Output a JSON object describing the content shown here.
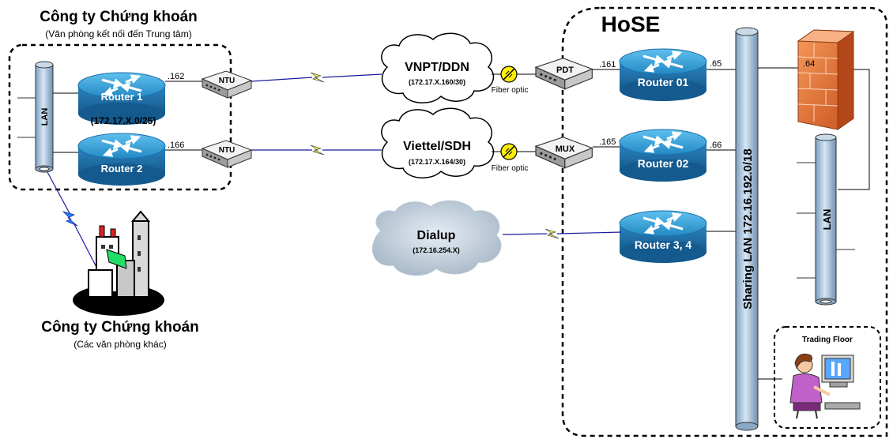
{
  "left_site": {
    "title": "Công ty Chứng khoán",
    "subtitle": "(Văn phòng kết nối đến Trung tâm)",
    "router1": "Router 1",
    "router2": "Router 2",
    "subnet": "(172.17.X.0/25)",
    "lan": "LAN",
    "ip_r1": ".162",
    "ip_r2": ".166",
    "ntu1": "NTU",
    "ntu2": "NTU"
  },
  "branch": {
    "title": "Công ty Chứng khoán",
    "subtitle": "(Các văn phòng khác)"
  },
  "clouds": {
    "vnpt_name": "VNPT/DDN",
    "vnpt_subnet": "(172.17.X.160/30)",
    "viettel_name": "Viettel/SDH",
    "viettel_subnet": "(172.17.X.164/30)",
    "dialup_name": "Dialup",
    "dialup_subnet": "(172.16.254.X)"
  },
  "fiber": {
    "label1": "Fiber optic",
    "label2": "Fiber optic"
  },
  "hose": {
    "title": "HoSE",
    "pdt": "PDT",
    "mux": "MUX",
    "ip_pdt": ".161",
    "ip_mux": ".165",
    "router01": "Router 01",
    "router02": "Router 02",
    "router34": "Router 3, 4",
    "ip_r01": ".65",
    "ip_r02": ".66",
    "ip_fw": ".64",
    "sharing_lan": "Sharing LAN 172.16.192.0/18",
    "lan": "LAN",
    "trading_floor": "Trading Floor"
  },
  "colors": {
    "router_top": "#2f9fd6",
    "router_side": "#1a6ea8",
    "cylinder": "#a9c4dd",
    "link": "#1a1aa0",
    "lightning": "#ffff33",
    "firewall": "#e8763a"
  }
}
